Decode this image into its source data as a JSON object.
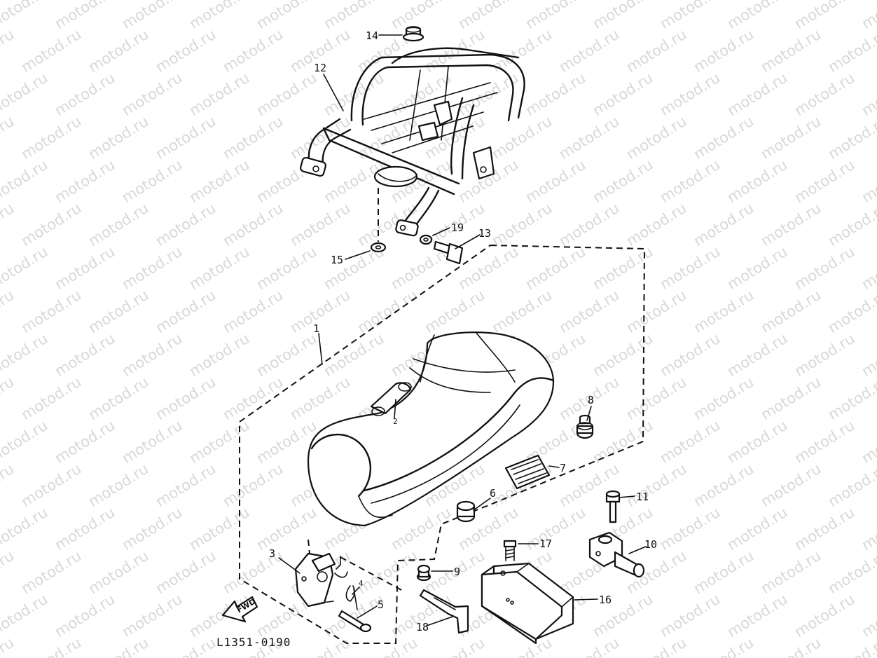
{
  "watermark": "motod.ru",
  "diagram_code": "L1351-0190",
  "fwd_label": "FWD",
  "callouts": [
    {
      "id": "c1",
      "text": "1"
    },
    {
      "id": "c2",
      "text": "2"
    },
    {
      "id": "c3",
      "text": "3"
    },
    {
      "id": "c4",
      "text": "4"
    },
    {
      "id": "c5",
      "text": "5"
    },
    {
      "id": "c6",
      "text": "6"
    },
    {
      "id": "c7",
      "text": "7"
    },
    {
      "id": "c8",
      "text": "8"
    },
    {
      "id": "c9",
      "text": "9"
    },
    {
      "id": "c10",
      "text": "10"
    },
    {
      "id": "c11",
      "text": "11"
    },
    {
      "id": "c12",
      "text": "12"
    },
    {
      "id": "c13",
      "text": "13"
    },
    {
      "id": "c14",
      "text": "14"
    },
    {
      "id": "c15",
      "text": "15"
    },
    {
      "id": "c16",
      "text": "16"
    },
    {
      "id": "c17",
      "text": "17"
    },
    {
      "id": "c18",
      "text": "18"
    },
    {
      "id": "c19",
      "text": "19"
    }
  ]
}
